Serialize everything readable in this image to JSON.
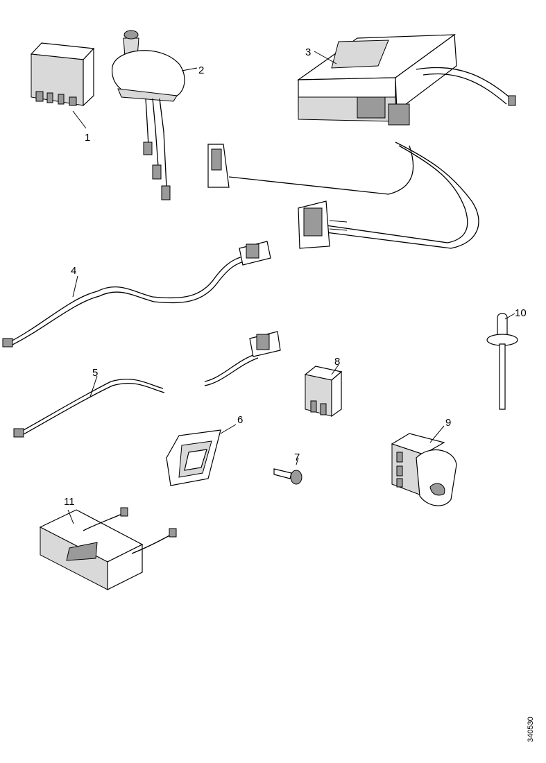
{
  "callouts": [
    {
      "id": "1",
      "label": "1"
    },
    {
      "id": "2",
      "label": "2"
    },
    {
      "id": "3",
      "label": "3"
    },
    {
      "id": "4",
      "label": "4"
    },
    {
      "id": "5",
      "label": "5"
    },
    {
      "id": "6",
      "label": "6"
    },
    {
      "id": "7",
      "label": "7"
    },
    {
      "id": "8",
      "label": "8"
    },
    {
      "id": "9",
      "label": "9"
    },
    {
      "id": "10",
      "label": "10"
    },
    {
      "id": "11",
      "label": "11"
    }
  ],
  "drawing_code": "340530"
}
